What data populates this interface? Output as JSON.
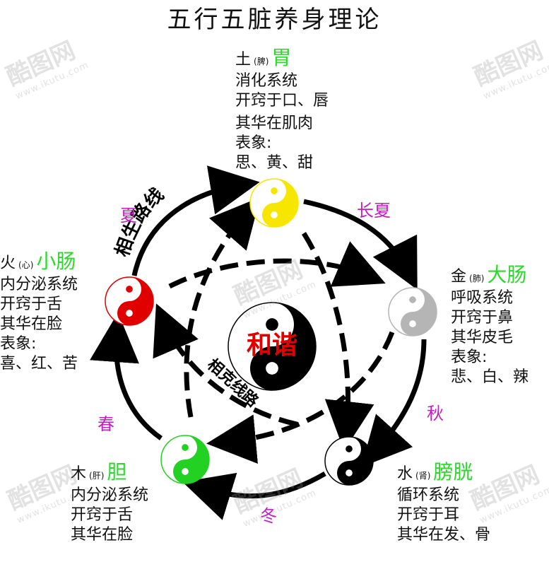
{
  "title": "五行五脏养身理论",
  "center_label": "和谐",
  "generating_label": "相生路线",
  "restraining_label": "相克线路",
  "seasons": {
    "summer": "夏",
    "late_summer": "长夏",
    "autumn": "秋",
    "winter": "冬",
    "spring": "春"
  },
  "elements": {
    "earth": {
      "element": "土",
      "zang": "(脾)",
      "organ": "胃",
      "lines": [
        "消化系统",
        "开窍于口、唇",
        "其华在肌肉",
        "表象:",
        "思、黄、甜"
      ],
      "color": "#f7e600"
    },
    "fire": {
      "element": "火",
      "zang": "(心)",
      "organ": "小肠",
      "lines": [
        "内分泌系统",
        "开窍于舌",
        "其华在脸",
        "表象:",
        "喜、红、苦"
      ],
      "color": "#e00000"
    },
    "metal": {
      "element": "金",
      "zang": "(肺)",
      "organ": "大肠",
      "lines": [
        "呼吸系统",
        "开窍于鼻",
        "其华皮毛",
        "表象:",
        "悲、白、辣"
      ],
      "color": "#b5b5b5"
    },
    "wood": {
      "element": "木",
      "zang": "(肝)",
      "organ": "胆",
      "lines": [
        "内分泌系统",
        "开窍于舌",
        "其华在脸"
      ],
      "color": "#22d122"
    },
    "water": {
      "element": "水",
      "zang": "(肾)",
      "organ": "膀胱",
      "lines": [
        "循环系统",
        "开窍于耳",
        "其华在发、骨"
      ],
      "color": "#000000"
    }
  },
  "watermark": {
    "logo": "酷图网",
    "url": "www.ikutu.com"
  },
  "colors": {
    "season_text": "#c21fc2",
    "organ_text": "#2bd92b",
    "center_text": "#e00000"
  }
}
